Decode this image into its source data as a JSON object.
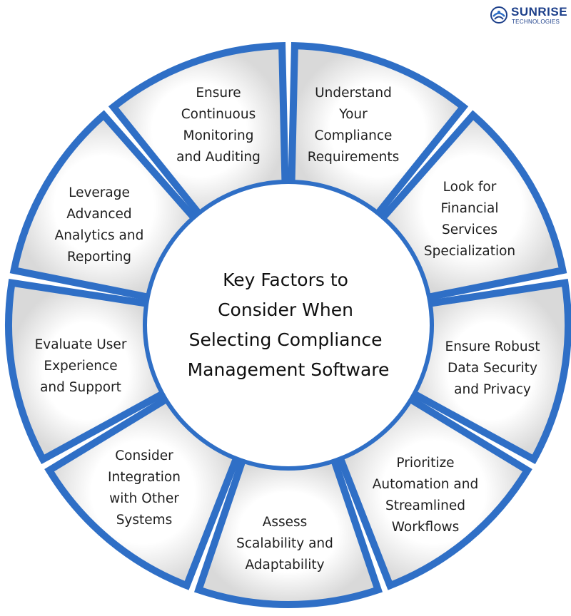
{
  "logo": {
    "name": "SUNRISE",
    "sub": "TECHNOLOGIES",
    "icon": "sunrise-globe-logo"
  },
  "center": {
    "lines": [
      "Key Factors to",
      "Consider When",
      "Selecting Compliance",
      "Management Software"
    ]
  },
  "segments": [
    {
      "lines": [
        "Understand",
        "Your",
        "Compliance",
        "Requirements"
      ]
    },
    {
      "lines": [
        "Look for",
        "Financial",
        "Services",
        "Specialization"
      ]
    },
    {
      "lines": [
        "Ensure Robust",
        "Data Security",
        "and Privacy"
      ]
    },
    {
      "lines": [
        "Prioritize",
        "Automation and",
        "Streamlined",
        "Workflows"
      ]
    },
    {
      "lines": [
        "Assess",
        "Scalability and",
        "Adaptability"
      ]
    },
    {
      "lines": [
        "Consider",
        "Integration",
        "with Other",
        "Systems"
      ]
    },
    {
      "lines": [
        "Evaluate User",
        "Experience",
        "and Support"
      ]
    },
    {
      "lines": [
        "Leverage",
        "Advanced",
        "Analytics and",
        "Reporting"
      ]
    },
    {
      "lines": [
        "Ensure",
        "Continuous",
        "Monitoring",
        "and Auditing"
      ]
    }
  ],
  "colors": {
    "border": "#2f6fc6",
    "fill_light": "#ffffff",
    "fill_dark": "#dcdcdc",
    "text": "#1e1e1e"
  }
}
